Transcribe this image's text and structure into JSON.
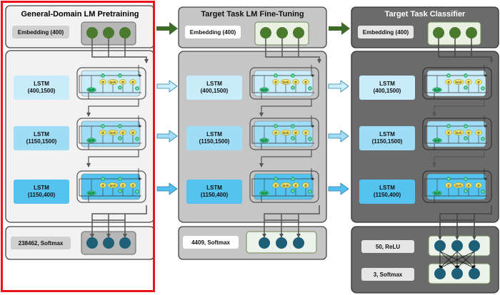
{
  "columns": [
    {
      "title": "General-Domain LM Pretraining",
      "embedding_label": "Embedding (400)",
      "lstm_labels": [
        "LSTM\n(400,1500)",
        "LSTM\n(1150,1500)",
        "LSTM\n(1150,400)"
      ],
      "output_label": "238462, Softmax"
    },
    {
      "title": "Target Task LM Fine-Tuning",
      "embedding_label": "Embedding (400)",
      "lstm_labels": [
        "LSTM\n(400,1500)",
        "LSTM\n(1150,1500)",
        "LSTM\n(1150,400)"
      ],
      "output_label": "4409, Softmax"
    },
    {
      "title": "Target Task Classifier",
      "embedding_label": "Embedding (400)",
      "lstm_labels": [
        "LSTM\n(400,1500)",
        "LSTM\n(1150,1500)",
        "LSTM\n(1150,400)"
      ],
      "hidden_label": "50, ReLU",
      "output_label": "3, Softmax"
    }
  ],
  "cell_glyphs": {
    "sigma": "σ",
    "tanh": "tanh",
    "times": "×",
    "plus": "+"
  },
  "colors": {
    "highlight": "#e8161b",
    "embed_node": "#4a7a2e",
    "output_node": "#1e5f78",
    "transfer_arrow": "#3f6b28",
    "lstm_light": "#c9ecfb",
    "lstm_mid": "#9fdcf6",
    "lstm_dark": "#55c3ef",
    "gate_yellow": "#f2e36a",
    "op_green": "#33c27a"
  }
}
